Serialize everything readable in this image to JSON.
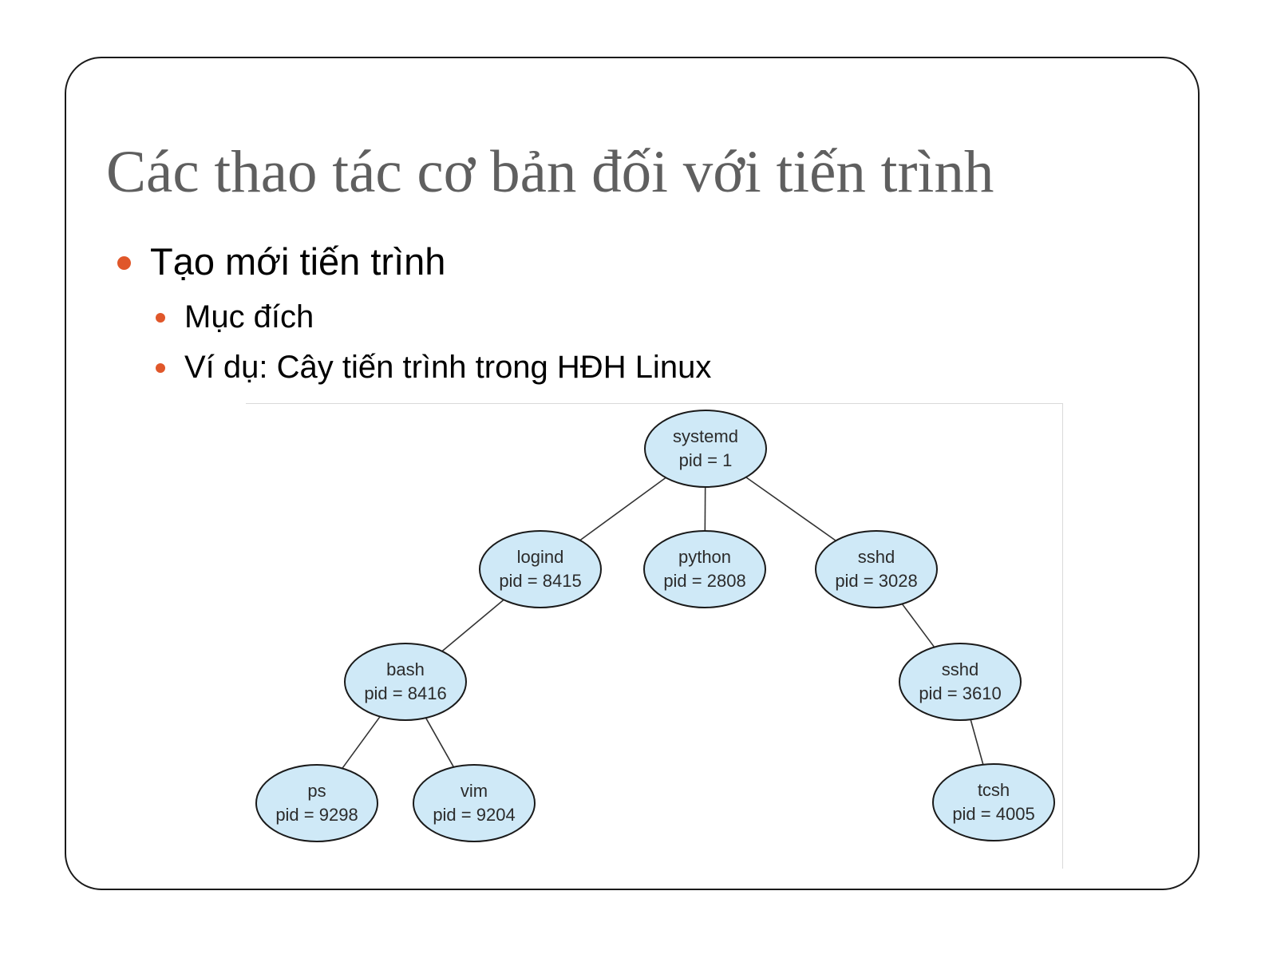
{
  "slide": {
    "title": "Các thao tác cơ bản đối với tiến trình",
    "bullets": {
      "level1": "Tạo mới tiến trình",
      "purpose": "Mục đích",
      "example": "Ví dụ: Cây tiến trình trong HĐH Linux"
    }
  },
  "colors": {
    "title": "#5f5f5f",
    "bullet_dot": "#e0572a",
    "node_fill": "#cfe9f7",
    "node_stroke": "#1a1a1a",
    "edge": "#333333"
  },
  "process_tree": {
    "nodes": [
      {
        "id": "systemd",
        "name": "systemd",
        "pid_text": "pid = 1"
      },
      {
        "id": "logind",
        "name": "logind",
        "pid_text": "pid = 8415"
      },
      {
        "id": "python",
        "name": "python",
        "pid_text": "pid = 2808"
      },
      {
        "id": "sshd3028",
        "name": "sshd",
        "pid_text": "pid = 3028"
      },
      {
        "id": "bash",
        "name": "bash",
        "pid_text": "pid = 8416"
      },
      {
        "id": "sshd3610",
        "name": "sshd",
        "pid_text": "pid = 3610"
      },
      {
        "id": "ps",
        "name": "ps",
        "pid_text": "pid = 9298"
      },
      {
        "id": "vim",
        "name": "vim",
        "pid_text": "pid = 9204"
      },
      {
        "id": "tcsh",
        "name": "tcsh",
        "pid_text": "pid = 4005"
      }
    ],
    "edges": [
      [
        "systemd",
        "logind"
      ],
      [
        "systemd",
        "python"
      ],
      [
        "systemd",
        "sshd3028"
      ],
      [
        "logind",
        "bash"
      ],
      [
        "sshd3028",
        "sshd3610"
      ],
      [
        "bash",
        "ps"
      ],
      [
        "bash",
        "vim"
      ],
      [
        "sshd3610",
        "tcsh"
      ]
    ]
  }
}
